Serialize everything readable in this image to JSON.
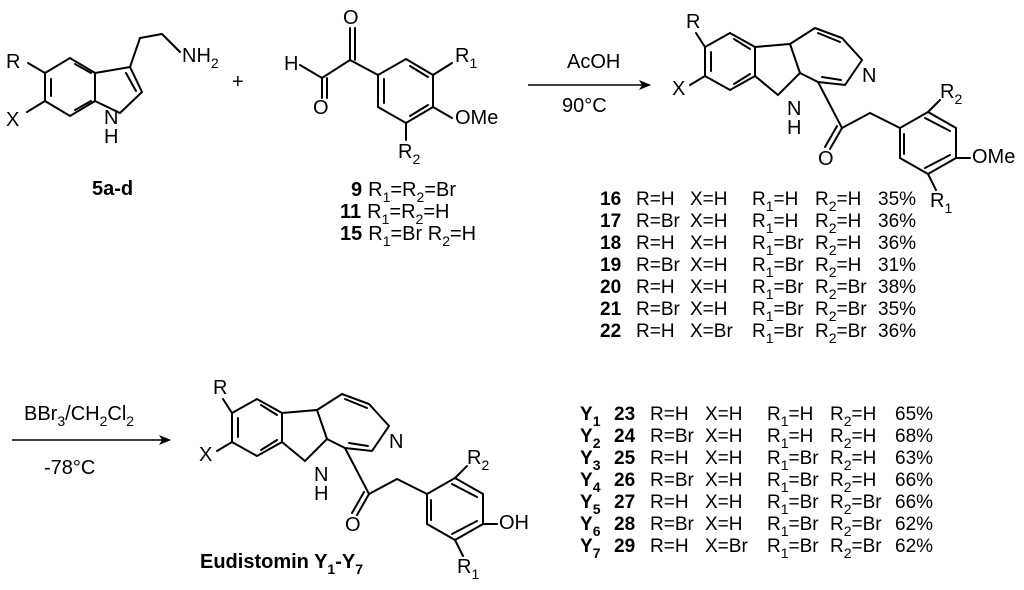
{
  "reactant_indole": {
    "labels": {
      "r": "R",
      "x": "X",
      "nh": "N",
      "h": "H",
      "nh2": "NH",
      "nh2_sub": "2"
    },
    "compound": "5a-d"
  },
  "plus": "+",
  "reactant_glyoxal": {
    "labels": {
      "o1": "O",
      "o2": "O",
      "h": "H",
      "r1": "R",
      "r1_sub": "1",
      "r2": "R",
      "r2_sub": "2",
      "ome": "OMe"
    },
    "variants": [
      {
        "num": "9",
        "text_parts": [
          "R",
          "1",
          "=R",
          "2",
          "=Br"
        ]
      },
      {
        "num": "11",
        "text_parts": [
          "R",
          "1",
          "=R",
          "2",
          "=H"
        ]
      },
      {
        "num": "15",
        "text_parts": [
          "R",
          "1",
          "=Br  R",
          "2",
          "=H"
        ]
      }
    ]
  },
  "step1": {
    "reagent": "AcOH",
    "condition": "90°C"
  },
  "product1": {
    "labels": {
      "r": "R",
      "x": "X",
      "n": "N",
      "nh": "N",
      "h": "H",
      "o": "O",
      "r2": "R",
      "r2_sub": "2",
      "r1": "R",
      "r1_sub": "1",
      "ome": "OMe"
    },
    "rows": [
      {
        "num": "16",
        "r": "R=H",
        "x": "X=H",
        "r1": "H",
        "r2": "H",
        "yield": "35%"
      },
      {
        "num": "17",
        "r": "R=Br",
        "x": "X=H",
        "r1": "H",
        "r2": "H",
        "yield": "36%"
      },
      {
        "num": "18",
        "r": "R=H",
        "x": "X=H",
        "r1": "Br",
        "r2": "H",
        "yield": "36%"
      },
      {
        "num": "19",
        "r": "R=Br",
        "x": "X=H",
        "r1": "Br",
        "r2": "H",
        "yield": "31%"
      },
      {
        "num": "20",
        "r": "R=H",
        "x": "X=H",
        "r1": "Br",
        "r2": "Br",
        "yield": "38%"
      },
      {
        "num": "21",
        "r": "R=Br",
        "x": "X=H",
        "r1": "Br",
        "r2": "Br",
        "yield": "35%"
      },
      {
        "num": "22",
        "r": "R=H",
        "x": "X=Br",
        "r1": "Br",
        "r2": "Br",
        "yield": "36%"
      }
    ]
  },
  "step2": {
    "reagent_parts": [
      "BBr",
      "3",
      "/CH",
      "2",
      "Cl",
      "2"
    ],
    "condition": "-78°C"
  },
  "product2": {
    "labels": {
      "r": "R",
      "x": "X",
      "n": "N",
      "nh": "N",
      "h": "H",
      "o": "O",
      "r2": "R",
      "r2_sub": "2",
      "r1": "R",
      "r1_sub": "1",
      "oh": "OH"
    },
    "name_parts": [
      "Eudistomin Y",
      "1",
      "-Y",
      "7"
    ],
    "rows": [
      {
        "y": "Y",
        "ysub": "1",
        "num": "23",
        "r": "R=H",
        "x": "X=H",
        "r1": "H",
        "r2": "H",
        "yield": "65%"
      },
      {
        "y": "Y",
        "ysub": "2",
        "num": "24",
        "r": "R=Br",
        "x": "X=H",
        "r1": "H",
        "r2": "H",
        "yield": "68%"
      },
      {
        "y": "Y",
        "ysub": "3",
        "num": "25",
        "r": "R=H",
        "x": "X=H",
        "r1": "Br",
        "r2": "H",
        "yield": "63%"
      },
      {
        "y": "Y",
        "ysub": "4",
        "num": "26",
        "r": "R=Br",
        "x": "X=H",
        "r1": "Br",
        "r2": "H",
        "yield": "66%"
      },
      {
        "y": "Y",
        "ysub": "5",
        "num": "27",
        "r": "R=H",
        "x": "X=H",
        "r1": "Br",
        "r2": "Br",
        "yield": "66%"
      },
      {
        "y": "Y",
        "ysub": "6",
        "num": "28",
        "r": "R=Br",
        "x": "X=H",
        "r1": "Br",
        "r2": "Br",
        "yield": "62%"
      },
      {
        "y": "Y",
        "ysub": "7",
        "num": "29",
        "r": "R=H",
        "x": "X=Br",
        "r1": "Br",
        "r2": "Br",
        "yield": "62%"
      }
    ]
  }
}
